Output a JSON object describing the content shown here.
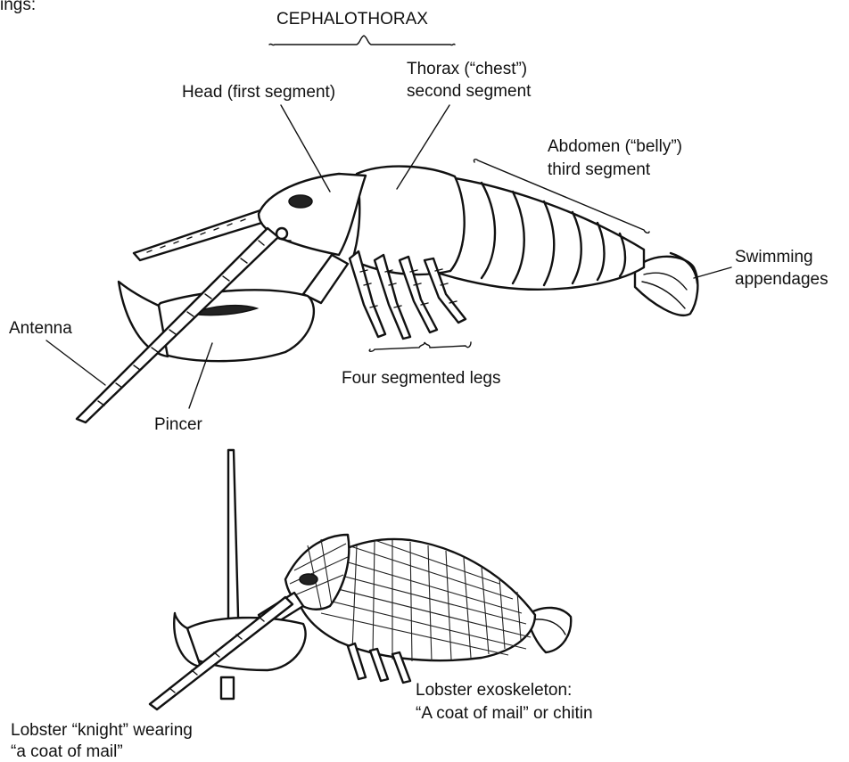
{
  "labels": {
    "partial_top": "ings:",
    "cephalothorax": "CEPHALOTHORAX",
    "head_line1": "Head (first segment)",
    "thorax_line1": "Thorax (“chest”)",
    "thorax_line2": "second segment",
    "abdomen_line1": "Abdomen (“belly”)",
    "abdomen_line2": "third segment",
    "swim_line1": "Swimming",
    "swim_line2": "appendages",
    "antenna": "Antenna",
    "legs": "Four segmented legs",
    "pincer": "Pincer",
    "exo_line1": "Lobster exoskeleton:",
    "exo_line2": "“A coat of mail” or chitin",
    "knight_line1": "Lobster “knight” wearing",
    "knight_line2": "“a coat of mail”"
  }
}
